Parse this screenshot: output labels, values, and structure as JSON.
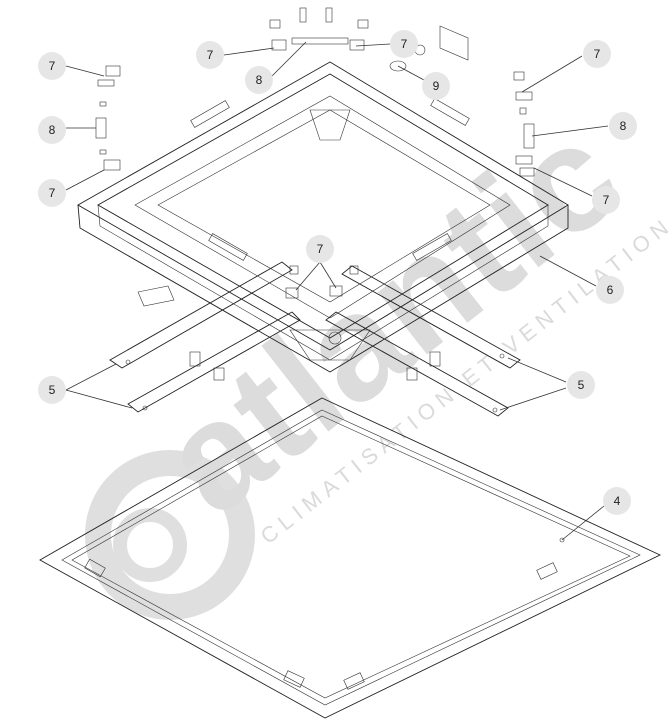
{
  "watermark": {
    "brand": "atlantic",
    "tagline": "CLIMATISATION ET VENTILATION",
    "color": "#d9d9d9"
  },
  "callouts": [
    {
      "id": "c7a",
      "label": "7"
    },
    {
      "id": "c8a",
      "label": "8"
    },
    {
      "id": "c7b",
      "label": "7"
    },
    {
      "id": "c9",
      "label": "9"
    },
    {
      "id": "c7c",
      "label": "7"
    },
    {
      "id": "c7d",
      "label": "7"
    },
    {
      "id": "c8b",
      "label": "8"
    },
    {
      "id": "c7e",
      "label": "7"
    },
    {
      "id": "c8c",
      "label": "8"
    },
    {
      "id": "c7f",
      "label": "7"
    },
    {
      "id": "c7g",
      "label": "7"
    },
    {
      "id": "c6",
      "label": "6"
    },
    {
      "id": "c5a",
      "label": "5"
    },
    {
      "id": "c5b",
      "label": "5"
    },
    {
      "id": "c4",
      "label": "4"
    }
  ],
  "colors": {
    "callout_fill": "#e6e6e6",
    "line": "#222222",
    "panel_fill": "#f2f2f2"
  }
}
